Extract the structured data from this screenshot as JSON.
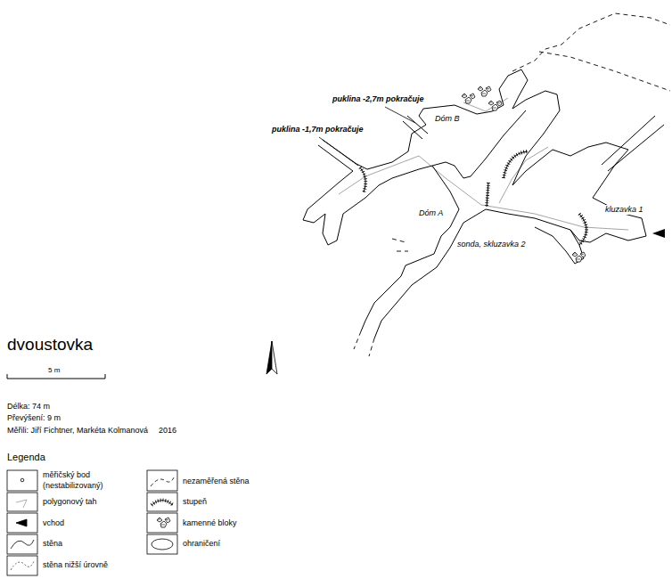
{
  "diagram": {
    "title": "dvoustovka",
    "labels": [
      "5 m",
      "Délka: 74 m",
      "Převýšení: 9 m",
      "Měřili: Jiří Fichtner, Markéta Kolmanová",
      "2016",
      "puklina -2,7m pokračuje",
      "Dóm B",
      "puklina -1,7m pokračuje",
      "Dóm A",
      "kluzavka 1",
      "sonda, skluzavka 2",
      "Legenda"
    ],
    "legend": [
      {
        "text": "měřičský bod (nestabilizovaný)"
      },
      {
        "text": "polygonový tah"
      },
      {
        "text": "vchod"
      },
      {
        "text": "stěna"
      },
      {
        "text": "stěna nižší úrovně"
      },
      {
        "text": "nezaměřená stěna"
      },
      {
        "text": "stupeň"
      },
      {
        "text": "kamenné bloky"
      },
      {
        "text": "ohraničení"
      }
    ]
  }
}
